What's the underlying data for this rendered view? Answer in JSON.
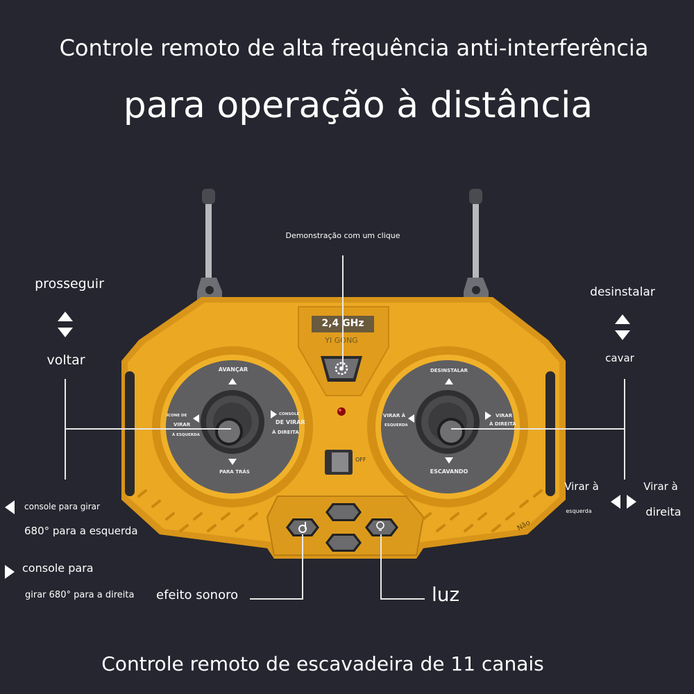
{
  "header": {
    "line1": "Controle remoto de alta frequência anti-interferência",
    "line2": "para operação à distância"
  },
  "footer": {
    "title": "Controle remoto de escavadeira de 11 canais"
  },
  "callouts": {
    "demo": "Demonstração com um clique",
    "left_stick": {
      "up": "prosseguir",
      "down": "voltar"
    },
    "right_stick": {
      "up": "desinstalar",
      "down": "cavar"
    },
    "rotate_left": {
      "line1": "console para girar",
      "line2": "680° para a esquerda"
    },
    "rotate_right": {
      "line1": "console para",
      "line2": "girar 680° para a direita"
    },
    "turn_left": {
      "line1": "Virar à",
      "line2": "esquerda"
    },
    "turn_right": {
      "line1": "Virar à",
      "line2": "direita"
    },
    "sound": "efeito sonoro",
    "light": "luz"
  },
  "remote": {
    "display": "2,4 GHz",
    "brand": "YI GONG",
    "switch_off": "OFF",
    "corner_mark": "Não",
    "left_disc": {
      "up": "AVANÇAR",
      "down": "PARA TRÁS",
      "left_1": "ÍCONE DE",
      "left_2": "VIRAR",
      "left_3": "À ESQUERDA",
      "right_1": "CONSOLE",
      "right_2": "DE VIRAR",
      "right_3": "À DIREITA"
    },
    "right_disc": {
      "up": "DESINSTALAR",
      "down": "ESCAVANDO",
      "left_1": "VIRAR À",
      "left_2": "ESQUERDA",
      "right_1": "VIRAR",
      "right_2": "À DIREITA"
    }
  },
  "colors": {
    "background": "#25262f",
    "body": "#e9a51c",
    "disc": "#5f5f61"
  }
}
